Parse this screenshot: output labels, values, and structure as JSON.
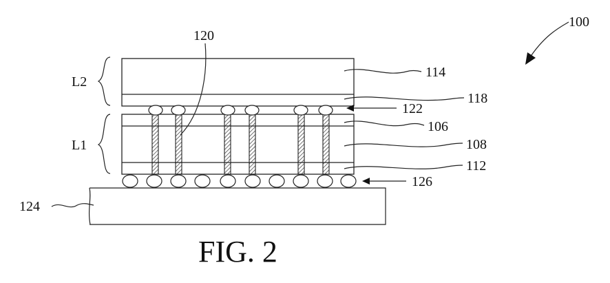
{
  "figure": {
    "caption": "FIG. 2",
    "labels": {
      "device": "100",
      "layer_l2": "L2",
      "layer_l1": "L1",
      "via": "120",
      "l2_top": "114",
      "l2_bottom": "118",
      "upper_bumps": "122",
      "l1_top": "106",
      "l1_core": "108",
      "l1_bottom": "112",
      "lower_bumps": "126",
      "base_board": "124"
    }
  }
}
